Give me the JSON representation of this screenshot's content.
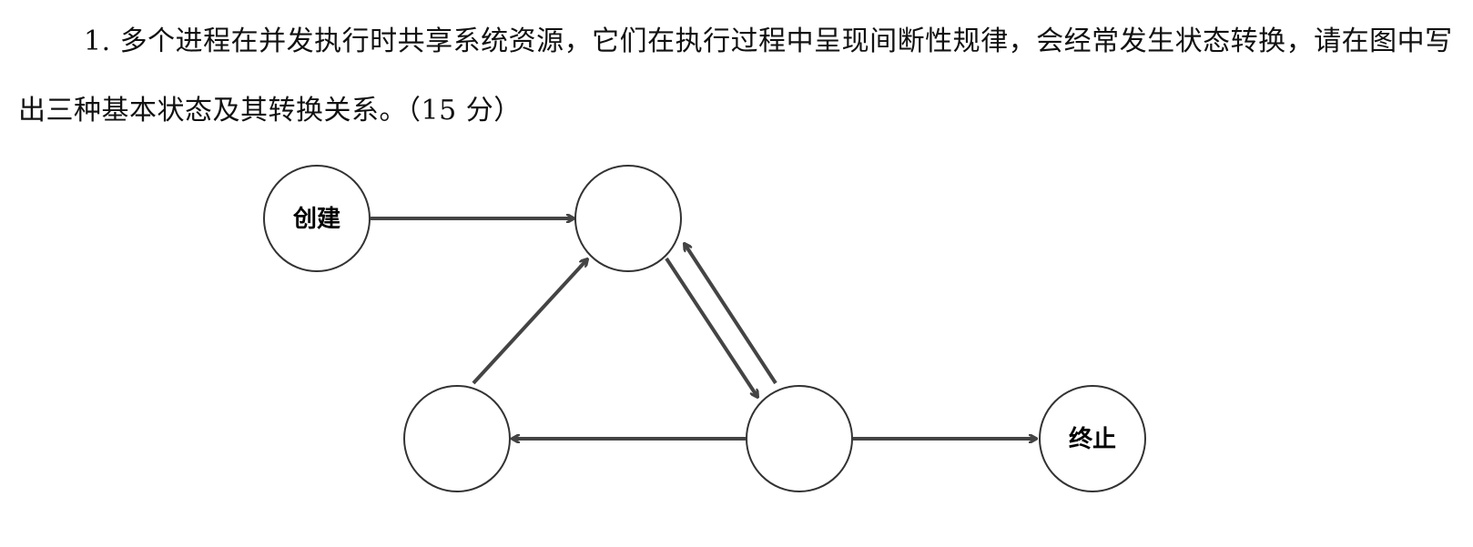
{
  "question": {
    "text": "1. 多个进程在并发执行时共享系统资源，它们在执行过程中呈现间断性规律，会经常发生状态转换，请在图中写出三种基本状态及其转换关系。（15 分）"
  },
  "diagram": {
    "nodes": [
      {
        "id": "create",
        "label": "创建"
      },
      {
        "id": "top",
        "label": ""
      },
      {
        "id": "left",
        "label": ""
      },
      {
        "id": "bottom-right",
        "label": ""
      },
      {
        "id": "terminate",
        "label": "终止"
      }
    ],
    "edges": [
      {
        "from": "create",
        "to": "top"
      },
      {
        "from": "left",
        "to": "top"
      },
      {
        "from": "top",
        "to": "bottom-right"
      },
      {
        "from": "bottom-right",
        "to": "top"
      },
      {
        "from": "bottom-right",
        "to": "left"
      },
      {
        "from": "bottom-right",
        "to": "terminate"
      }
    ],
    "line_color": "#444444"
  }
}
